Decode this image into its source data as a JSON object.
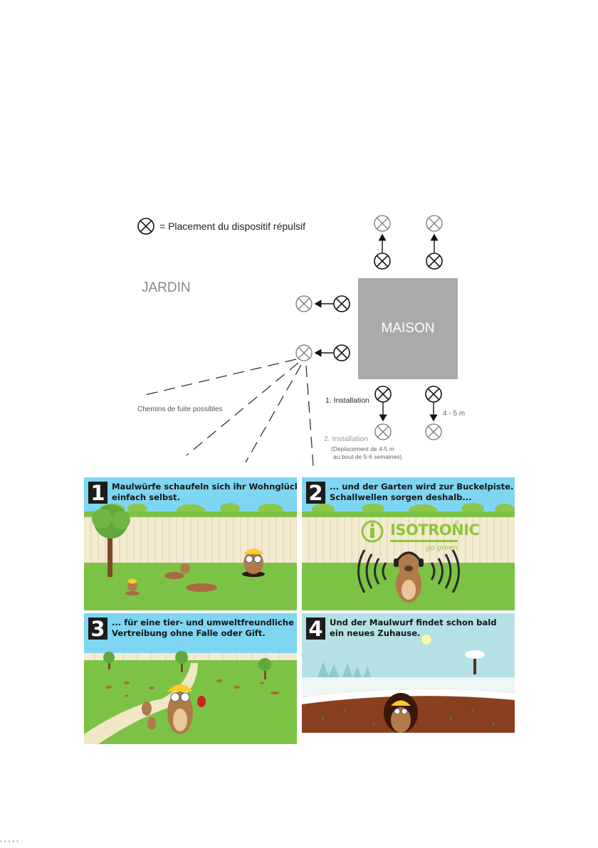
{
  "diagram": {
    "legend_text": "= Placement du dispositif répulsif",
    "jardin_label": "JARDIN",
    "maison_label": "MAISON",
    "escape_label": "Chemins de fuite possibles",
    "install1_label": "1. Installation",
    "install2_label": "2. Installation",
    "distance_label": "4 - 5 m",
    "note_line1": "(Déplacement de 4-5 m",
    "note_line2": "au bout de 5-6 semaines)"
  },
  "panels": [
    {
      "number": "1",
      "line1": "Maulwürfe schaufeln sich ihr Wohnglück",
      "line2": "einfach selbst."
    },
    {
      "number": "2",
      "line1": "... und der Garten wird zur Buckelpiste.",
      "line2": "Schallwellen sorgen deshalb..."
    },
    {
      "number": "3",
      "line1": "... für eine tier- und umweltfreundliche",
      "line2": "Vertreibung ohne Falle oder Gift."
    },
    {
      "number": "4",
      "line1": "Und der Maulwurf findet schon bald",
      "line2": "ein neues Zuhause."
    }
  ],
  "logo": {
    "name": "ISOTRONIC",
    "registered": "®",
    "slogan": "go green"
  },
  "colors": {
    "sky": "#7fd6f2",
    "grass": "#7cc244",
    "fence": "#f3ead1",
    "house": "#aaaaaa",
    "logo": "#8ec53a",
    "soil": "#8a3f1f"
  },
  "footer": {
    "text": "ʼ ʻ ʼ ʻ ʼ"
  }
}
